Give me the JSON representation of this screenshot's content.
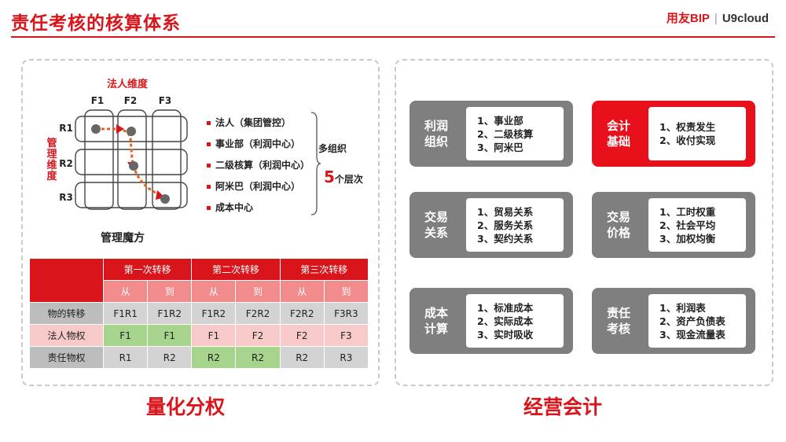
{
  "header": {
    "title": "责任考核的核算体系",
    "brand_main": "用友BIP",
    "brand_sep": "|",
    "brand_sub": "U9cloud"
  },
  "matrix": {
    "top_label": "法人维度",
    "side_label": "管理维度",
    "cols": [
      "F1",
      "F2",
      "F3"
    ],
    "rows": [
      "R1",
      "R2",
      "R3"
    ],
    "caption": "管理魔方"
  },
  "levels": {
    "items": [
      "法人（集团管控）",
      "事业部（利润中心）",
      "二级核算（利润中心）",
      "阿米巴（利润中心）",
      "成本中心"
    ],
    "multi_org": "多组织",
    "count": "5",
    "count_suffix": "个层次"
  },
  "transfer_table": {
    "groups": [
      "第一次转移",
      "第二次转移",
      "第三次转移"
    ],
    "subheaders": [
      "从",
      "到",
      "从",
      "到",
      "从",
      "到"
    ],
    "rows": [
      {
        "label": "物的转移",
        "cells": [
          "F1R1",
          "F1R2",
          "F1R2",
          "F2R2",
          "F2R2",
          "F3R3"
        ]
      },
      {
        "label": "法人物权",
        "cells": [
          "F1",
          "F1",
          "F1",
          "F2",
          "F2",
          "F3"
        ]
      },
      {
        "label": "责任物权",
        "cells": [
          "R1",
          "R2",
          "R2",
          "R2",
          "R2",
          "R3"
        ]
      }
    ]
  },
  "bottom": {
    "left": "量化分权",
    "right": "经营会计"
  },
  "cards": [
    {
      "title": "利润组织",
      "items": [
        "1、事业部",
        "2、二级核算",
        "3、阿米巴"
      ],
      "highlight": false
    },
    {
      "title": "会计基础",
      "items": [
        "1、权责发生",
        "2、收付实现"
      ],
      "highlight": true
    },
    {
      "title": "交易关系",
      "items": [
        "1、贸易关系",
        "2、服务关系",
        "3、契约关系"
      ],
      "highlight": false
    },
    {
      "title": "交易价格",
      "items": [
        "1、工时权重",
        "2、社会平均",
        "3、加权均衡"
      ],
      "highlight": false
    },
    {
      "title": "成本计算",
      "items": [
        "1、标准成本",
        "2、实际成本",
        "3、实时吸收"
      ],
      "highlight": false
    },
    {
      "title": "责任考核",
      "items": [
        "1、利润表",
        "2、资产负债表",
        "3、现金流量表"
      ],
      "highlight": false
    }
  ],
  "colors": {
    "brand_red": "#d9141b",
    "card_gray": "#7f7f7f",
    "card_red": "#e8111b",
    "legal_row": "#f8c9c9",
    "highlight_green": "#a7d48c"
  }
}
